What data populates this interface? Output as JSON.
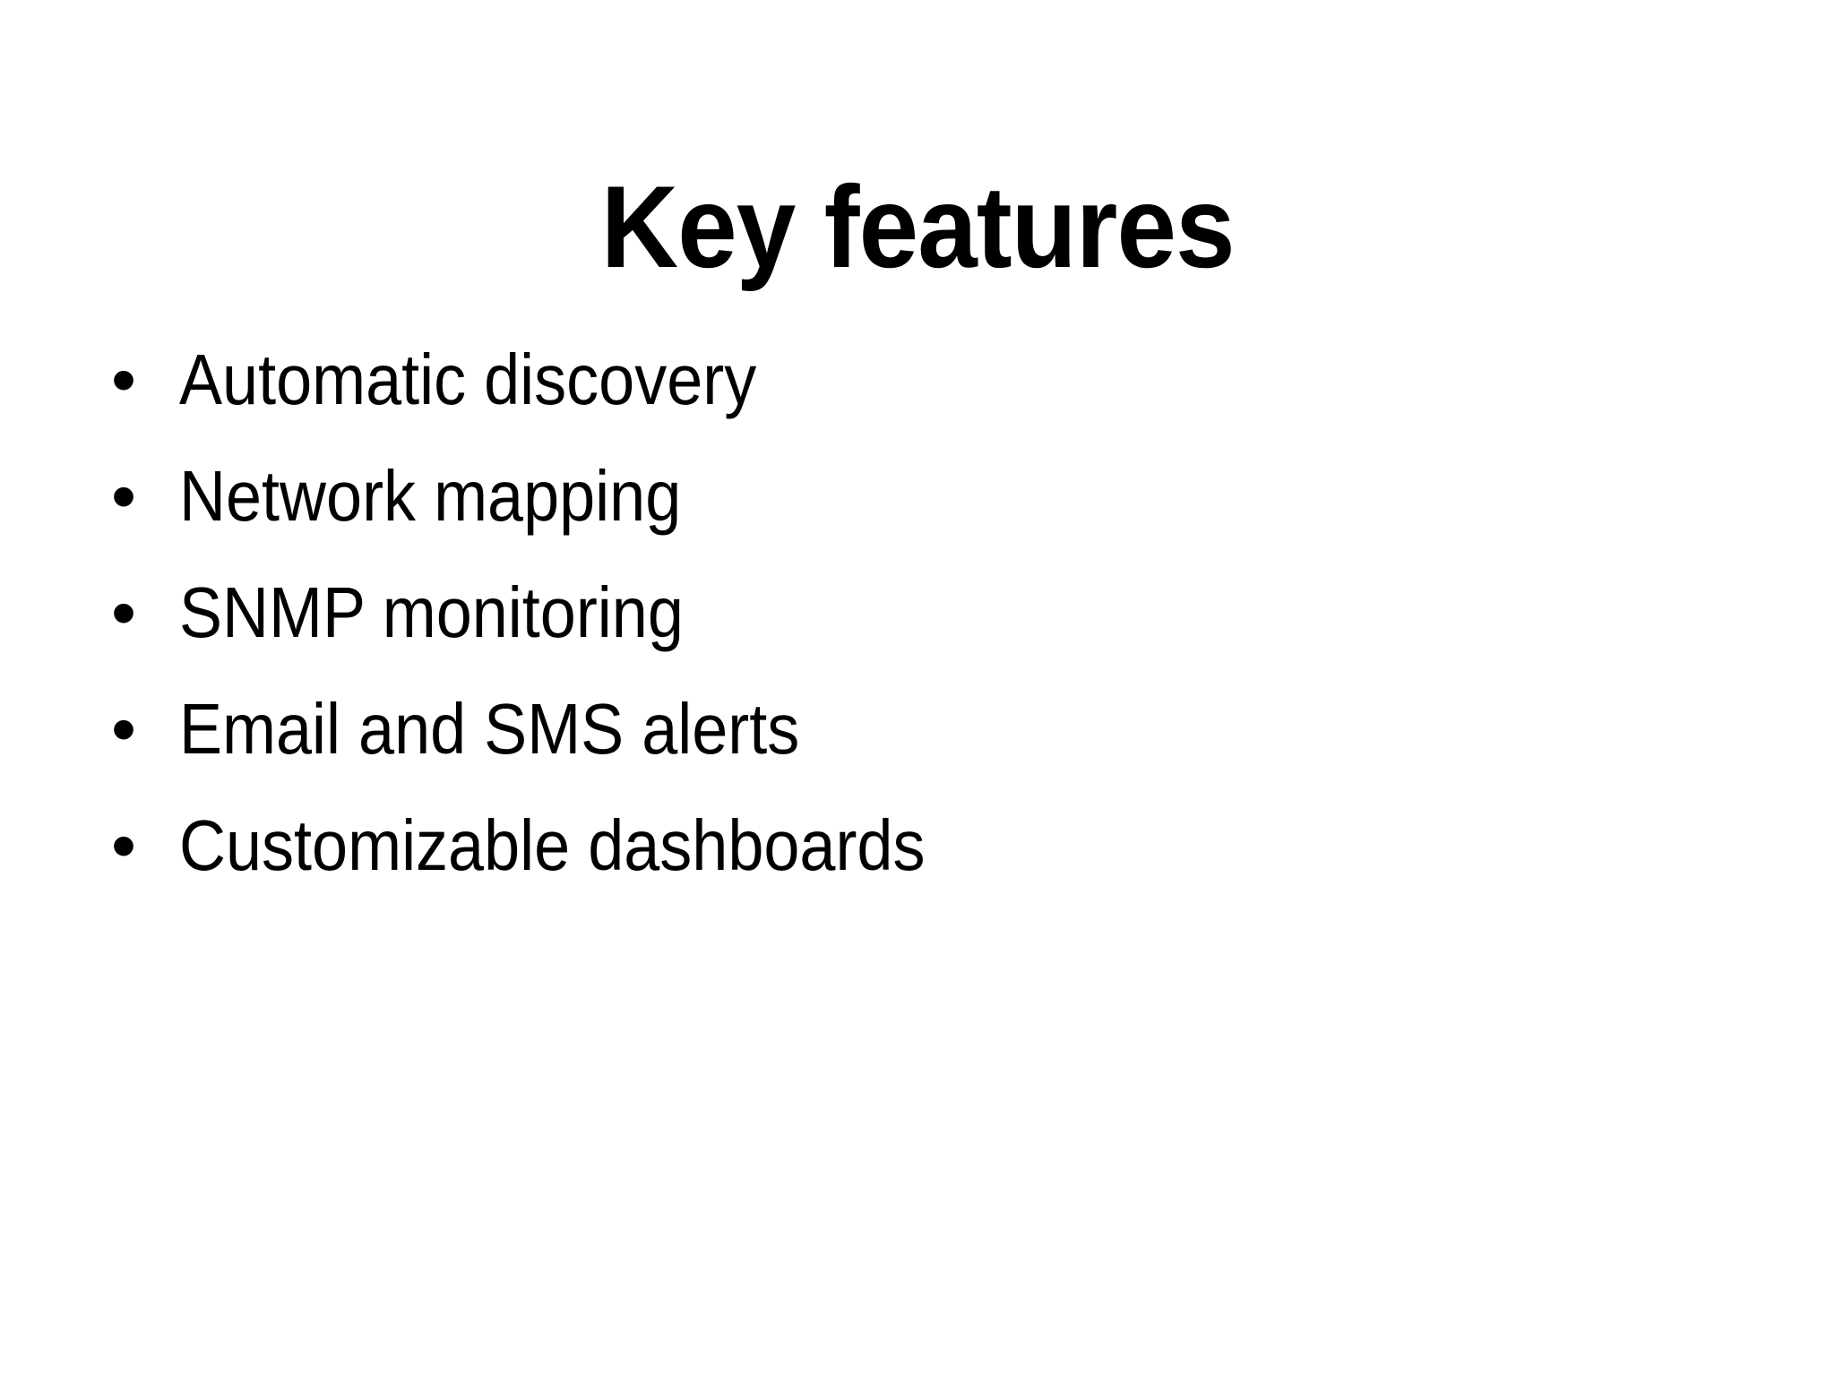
{
  "slide": {
    "background_color": "#FFFFFF",
    "text_color": "#000000",
    "title": "Key features",
    "bullet_marker": "•",
    "bullets": [
      {
        "label": "Automatic discovery"
      },
      {
        "label": "Network mapping"
      },
      {
        "label": "SNMP monitoring"
      },
      {
        "label": "Email and SMS alerts"
      },
      {
        "label": "Customizable dashboards"
      }
    ]
  }
}
